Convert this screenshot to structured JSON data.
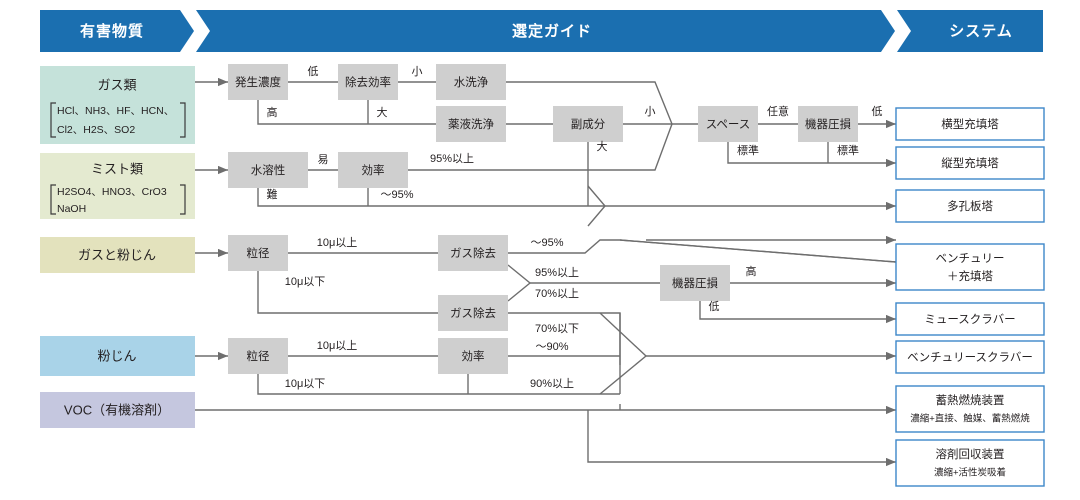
{
  "headers": [
    {
      "id": "hazardous",
      "label": "有害物質",
      "color": "#1b6fb0"
    },
    {
      "id": "guide",
      "label": "選定ガイド",
      "color": "#1b6fb0"
    },
    {
      "id": "system",
      "label": "システム",
      "color": "#1b6fb0"
    }
  ],
  "categories": [
    {
      "id": "gas",
      "title": "ガス類",
      "sub1": "HCl、NH3、HF、HCN、",
      "sub2": "Cl2、H2S、SO2",
      "color": "#c5e2da"
    },
    {
      "id": "mist",
      "title": "ミスト類",
      "sub1": "H2SO4、HNO3、CrO3",
      "sub2": "NaOH",
      "color": "#e4ead0"
    },
    {
      "id": "gas-and-dust",
      "title": "ガスと粉じん",
      "sub1": "",
      "sub2": "",
      "color": "#e3e2bd"
    },
    {
      "id": "dust",
      "title": "粉じん",
      "sub1": "",
      "sub2": "",
      "color": "#a9d3e8"
    },
    {
      "id": "voc",
      "title": "VOC（有機溶剤）",
      "sub1": "",
      "sub2": "",
      "color": "#c5c7df"
    }
  ],
  "process_nodes": [
    {
      "id": "gas-concentration",
      "label": "発生濃度"
    },
    {
      "id": "removal-efficiency",
      "label": "除去効率"
    },
    {
      "id": "water-wash",
      "label": "水洗浄"
    },
    {
      "id": "chemical-wash",
      "label": "薬液洗浄"
    },
    {
      "id": "byproduct",
      "label": "副成分"
    },
    {
      "id": "space",
      "label": "スペース"
    },
    {
      "id": "pressure-loss-top",
      "label": "機器圧損"
    },
    {
      "id": "solubility",
      "label": "水溶性"
    },
    {
      "id": "efficiency-mist",
      "label": "効率"
    },
    {
      "id": "particle-size-upper",
      "label": "粒径"
    },
    {
      "id": "gas-removal-upper",
      "label": "ガス除去"
    },
    {
      "id": "gas-removal-lower",
      "label": "ガス除去"
    },
    {
      "id": "particle-size-lower",
      "label": "粒径"
    },
    {
      "id": "efficiency-dust",
      "label": "効率"
    },
    {
      "id": "pressure-loss-bottom",
      "label": "機器圧損"
    }
  ],
  "edge_labels": [
    {
      "id": "low-concentration",
      "label": "低"
    },
    {
      "id": "high-concentration",
      "label": "高"
    },
    {
      "id": "small-efficiency",
      "label": "小"
    },
    {
      "id": "large-efficiency",
      "label": "大"
    },
    {
      "id": "byproduct-small",
      "label": "小"
    },
    {
      "id": "byproduct-large",
      "label": "大"
    },
    {
      "id": "space-optional",
      "label": "任意"
    },
    {
      "id": "space-standard",
      "label": "標準"
    },
    {
      "id": "press-low-top",
      "label": "低"
    },
    {
      "id": "press-standard-top",
      "label": "標準"
    },
    {
      "id": "solubility-easy",
      "label": "易"
    },
    {
      "id": "solubility-hard",
      "label": "難"
    },
    {
      "id": "eff-95-over",
      "label": "95%以上"
    },
    {
      "id": "eff-to-95",
      "label": "～95%"
    },
    {
      "id": "size-10u-over-upper",
      "label": "10μ以上"
    },
    {
      "id": "size-10u-under-upper",
      "label": "10μ以下"
    },
    {
      "id": "gasrm-to-95",
      "label": "～95%"
    },
    {
      "id": "gasrm-95-over",
      "label": "95%以上"
    },
    {
      "id": "gasrm-70-over",
      "label": "70%以上"
    },
    {
      "id": "gasrm-70-under",
      "label": "70%以下"
    },
    {
      "id": "gasrm-to-90",
      "label": "～90%"
    },
    {
      "id": "size-10u-over-lower",
      "label": "10μ以上"
    },
    {
      "id": "size-10u-under-lower",
      "label": "10μ以下"
    },
    {
      "id": "eff-90-over",
      "label": "90%以上"
    },
    {
      "id": "press-high-bottom",
      "label": "高"
    },
    {
      "id": "press-low-bottom",
      "label": "低"
    }
  ],
  "systems": [
    {
      "id": "horizontal-packed-tower",
      "label": "横型充填塔",
      "sub": ""
    },
    {
      "id": "vertical-packed-tower",
      "label": "縦型充填塔",
      "sub": ""
    },
    {
      "id": "perforated-plate-tower",
      "label": "多孔板塔",
      "sub": ""
    },
    {
      "id": "venturi-packed-tower",
      "label": "ベンチュリー",
      "sub": "＋充填塔"
    },
    {
      "id": "mu-scrubber",
      "label": "ミュースクラバー",
      "sub": ""
    },
    {
      "id": "venturi-scrubber",
      "label": "ベンチュリースクラバー",
      "sub": ""
    },
    {
      "id": "regenerative-thermal-oxidizer",
      "label": "蓄熱燃焼装置",
      "sub": "濃縮+直接、触媒、蓄熱燃焼"
    },
    {
      "id": "solvent-recovery",
      "label": "溶剤回収装置",
      "sub": "濃縮+活性炭吸着"
    }
  ],
  "colors": {
    "header": "#1b6fb0",
    "process_box": "#cfcfcf",
    "system_border": "#3d87c9",
    "line": "#6e6e6e",
    "text": "#231f20"
  }
}
